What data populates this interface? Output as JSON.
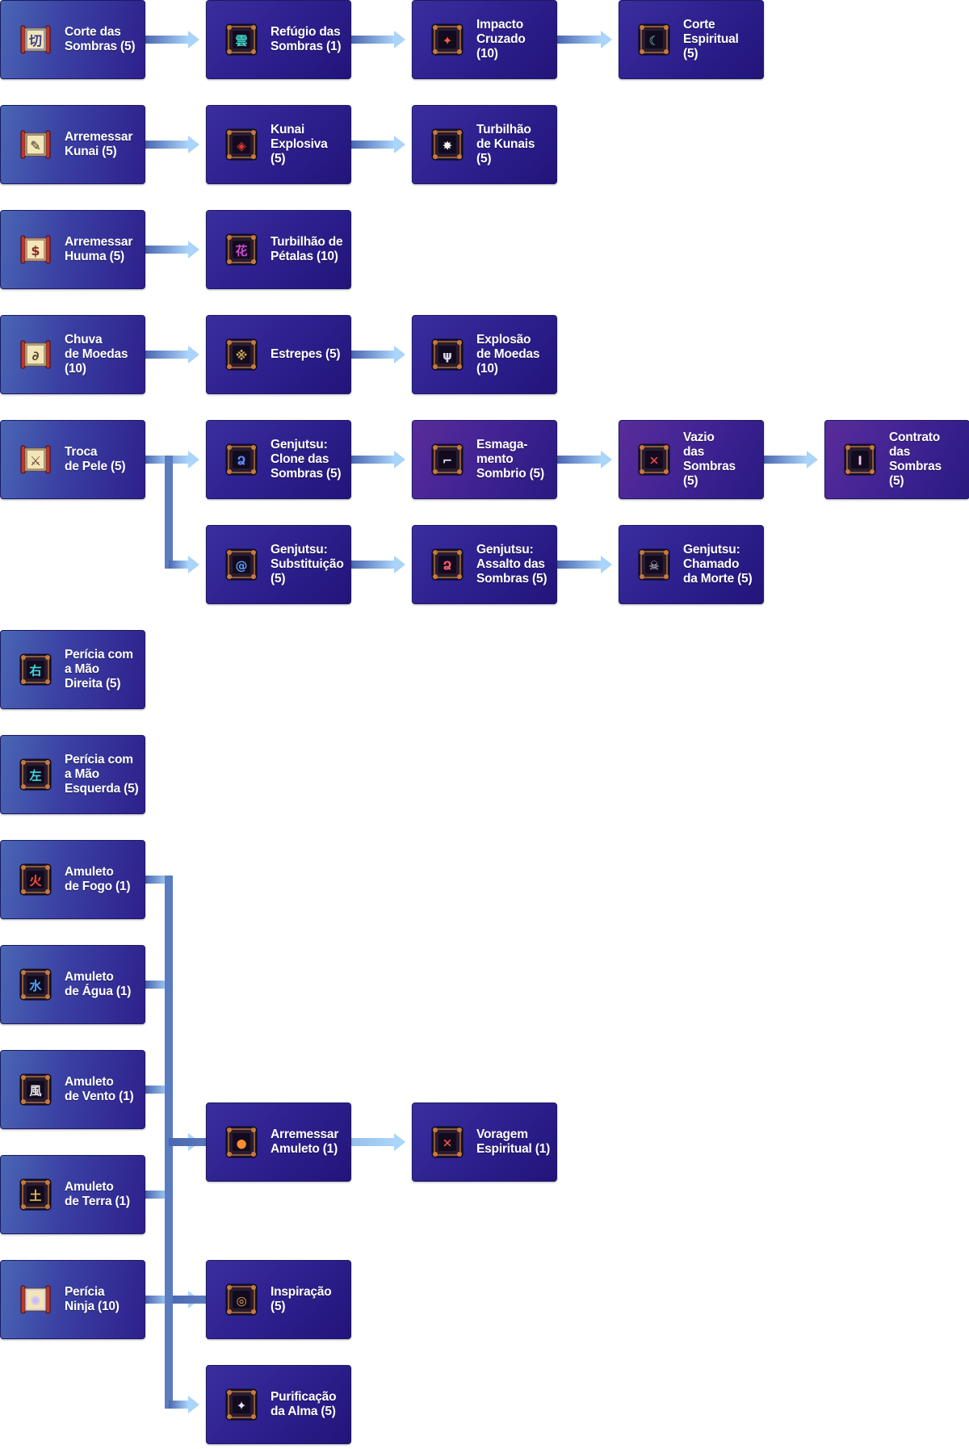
{
  "title": "",
  "colors": {
    "arrow_light": "#a9d2f8",
    "arrow_dark": "#4566b0"
  },
  "nodes": [
    {
      "id": "corte-das-sombras",
      "label": "Corte das\nSombras (5)",
      "icon": "shadow-cut-scroll-icon",
      "col": 0,
      "row": 0,
      "variant": 0,
      "accent": "#3a3b8e",
      "glyph": "切"
    },
    {
      "id": "refugio-das-sombras",
      "label": "Refúgio das\nSombras (1)",
      "icon": "shadow-refuge-icon",
      "col": 1,
      "row": 0,
      "variant": 1,
      "accent": "#3fd8c8",
      "glyph": "雲"
    },
    {
      "id": "impacto-cruzado",
      "label": "Impacto\nCruzado\n(10)",
      "icon": "cross-impact-icon",
      "col": 2,
      "row": 0,
      "variant": 1,
      "accent": "#ff5a3c",
      "glyph": "✦"
    },
    {
      "id": "corte-espiritual",
      "label": "Corte\nEspiritual\n(5)",
      "icon": "spirit-cut-icon",
      "col": 3,
      "row": 0,
      "variant": 1,
      "accent": "#6fe0d8",
      "glyph": "☾"
    },
    {
      "id": "arremessar-kunai",
      "label": "Arremessar\nKunai (5)",
      "icon": "throw-kunai-scroll-icon",
      "col": 0,
      "row": 1,
      "variant": 0,
      "accent": "#3a2a20",
      "glyph": "✎"
    },
    {
      "id": "kunai-explosiva",
      "label": "Kunai\nExplosiva (5)",
      "icon": "explosive-kunai-icon",
      "col": 1,
      "row": 1,
      "variant": 1,
      "accent": "#e03a30",
      "glyph": "◈"
    },
    {
      "id": "turbilhao-de-kunais",
      "label": "Turbilhão\nde Kunais (5)",
      "icon": "kunai-whirlwind-icon",
      "col": 2,
      "row": 1,
      "variant": 1,
      "accent": "#f0f0f0",
      "glyph": "✸"
    },
    {
      "id": "arremessar-huuma",
      "label": "Arremessar\nHuuma (5)",
      "icon": "throw-huuma-scroll-icon",
      "col": 0,
      "row": 2,
      "variant": 0,
      "accent": "#8a2a2a",
      "glyph": "$"
    },
    {
      "id": "turbilhao-de-petalas",
      "label": "Turbilhão de\nPétalas (10)",
      "icon": "petal-whirlwind-icon",
      "col": 1,
      "row": 2,
      "variant": 1,
      "accent": "#d24ad8",
      "glyph": "花"
    },
    {
      "id": "chuva-de-moedas",
      "label": "Chuva\nde Moedas\n(10)",
      "icon": "coin-rain-scroll-icon",
      "col": 0,
      "row": 3,
      "variant": 0,
      "accent": "#5a4a30",
      "glyph": "∂"
    },
    {
      "id": "estrepes",
      "label": "Estrepes (5)",
      "icon": "caltrops-icon",
      "col": 1,
      "row": 3,
      "variant": 1,
      "accent": "#c8a850",
      "glyph": "※"
    },
    {
      "id": "explosao-de-moedas",
      "label": "Explosão\nde Moedas\n(10)",
      "icon": "coin-explosion-icon",
      "col": 2,
      "row": 3,
      "variant": 1,
      "accent": "#d8d8e8",
      "glyph": "ψ"
    },
    {
      "id": "troca-de-pele",
      "label": "Troca\nde Pele (5)",
      "icon": "skin-change-scroll-icon",
      "col": 0,
      "row": 4,
      "variant": 0,
      "accent": "#5a3a2a",
      "glyph": "⚔"
    },
    {
      "id": "genjutsu-clone-das-sombras",
      "label": "Genjutsu:\nClone das\nSombras (5)",
      "icon": "shadow-clone-icon",
      "col": 1,
      "row": 4,
      "variant": 1,
      "accent": "#5a8cff",
      "glyph": "Ձ"
    },
    {
      "id": "esmagamento-sombrio",
      "label": "Esmaga-\nmento\nSombrio (5)",
      "icon": "dark-crush-icon",
      "col": 2,
      "row": 4,
      "variant": 2,
      "accent": "#e0e0f0",
      "glyph": "⌐"
    },
    {
      "id": "vazio-das-sombras",
      "label": "Vazio\ndas Sombras\n(5)",
      "icon": "shadow-void-icon",
      "col": 3,
      "row": 4,
      "variant": 2,
      "accent": "#ff4a4a",
      "glyph": "✕"
    },
    {
      "id": "contrato-das-sombras",
      "label": "Contrato\ndas Sombras\n(5)",
      "icon": "shadow-contract-icon",
      "col": 4,
      "row": 4,
      "variant": 2,
      "accent": "#e8c8f0",
      "glyph": "Ⅰ"
    },
    {
      "id": "genjutsu-substituicao",
      "label": "Genjutsu:\nSubstituição\n(5)",
      "icon": "substitution-icon",
      "col": 1,
      "row": 5,
      "variant": 1,
      "accent": "#5aa0ff",
      "glyph": "@"
    },
    {
      "id": "genjutsu-assalto-das-sombras",
      "label": "Genjutsu:\nAssalto das\nSombras (5)",
      "icon": "shadow-assault-icon",
      "col": 2,
      "row": 5,
      "variant": 1,
      "accent": "#ff5a6a",
      "glyph": "Ձ"
    },
    {
      "id": "genjutsu-chamado-da-morte",
      "label": "Genjutsu:\nChamado\nda Morte (5)",
      "icon": "death-call-icon",
      "col": 3,
      "row": 5,
      "variant": 1,
      "accent": "#e0e0f0",
      "glyph": "☠"
    },
    {
      "id": "pericia-mao-direita",
      "label": "Perícia com\na Mão\nDireita (5)",
      "icon": "right-hand-icon",
      "col": 0,
      "row": 6,
      "variant": 0,
      "accent": "#40d8e0",
      "glyph": "右"
    },
    {
      "id": "pericia-mao-esquerda",
      "label": "Perícia com\na Mão\nEsquerda (5)",
      "icon": "left-hand-icon",
      "col": 0,
      "row": 7,
      "variant": 0,
      "accent": "#40d8e0",
      "glyph": "左"
    },
    {
      "id": "amuleto-de-fogo",
      "label": "Amuleto\nde Fogo  (1)",
      "icon": "fire-charm-icon",
      "col": 0,
      "row": 8,
      "variant": 0,
      "accent": "#ff5030",
      "glyph": "火"
    },
    {
      "id": "amuleto-de-agua",
      "label": "Amuleto\nde Água (1)",
      "icon": "water-charm-icon",
      "col": 0,
      "row": 9,
      "variant": 0,
      "accent": "#4aa8ff",
      "glyph": "水"
    },
    {
      "id": "amuleto-de-vento",
      "label": "Amuleto\nde Vento (1)",
      "icon": "wind-charm-icon",
      "col": 0,
      "row": 10,
      "variant": 0,
      "accent": "#e8e8e8",
      "glyph": "風"
    },
    {
      "id": "amuleto-de-terra",
      "label": "Amuleto\nde Terra  (1)",
      "icon": "earth-charm-icon",
      "col": 0,
      "row": 11,
      "variant": 0,
      "accent": "#e8c040",
      "glyph": "土"
    },
    {
      "id": "arremessar-amuleto",
      "label": "Arremessar\nAmuleto (1)",
      "icon": "throw-charm-icon",
      "col": 1,
      "row": 10.5,
      "variant": 1,
      "accent": "#ff8a30",
      "glyph": "●"
    },
    {
      "id": "voragem-espiritual",
      "label": "Voragem\nEspiritual (1)",
      "icon": "spirit-vortex-icon",
      "col": 2,
      "row": 10.5,
      "variant": 1,
      "accent": "#ff5a3a",
      "glyph": "✕"
    },
    {
      "id": "pericia-ninja",
      "label": "Perícia\nNinja (10)",
      "icon": "ninja-mastery-scroll-icon",
      "col": 0,
      "row": 12,
      "variant": 0,
      "accent": "#c8b8ff",
      "glyph": "✺"
    },
    {
      "id": "inspiracao",
      "label": "Inspiração\n(5)",
      "icon": "inspiration-icon",
      "col": 1,
      "row": 12,
      "variant": 1,
      "accent": "#f0a860",
      "glyph": "◎"
    },
    {
      "id": "purificacao-da-alma",
      "label": "Purificação\nda Alma (5)",
      "icon": "soul-purification-icon",
      "col": 1,
      "row": 13,
      "variant": 1,
      "accent": "#e8e8ff",
      "glyph": "✦"
    }
  ],
  "edges": [
    {
      "from": "corte-das-sombras",
      "to": "refugio-das-sombras"
    },
    {
      "from": "refugio-das-sombras",
      "to": "impacto-cruzado"
    },
    {
      "from": "impacto-cruzado",
      "to": "corte-espiritual"
    },
    {
      "from": "arremessar-kunai",
      "to": "kunai-explosiva"
    },
    {
      "from": "kunai-explosiva",
      "to": "turbilhao-de-kunais"
    },
    {
      "from": "arremessar-huuma",
      "to": "turbilhao-de-petalas"
    },
    {
      "from": "chuva-de-moedas",
      "to": "estrepes"
    },
    {
      "from": "estrepes",
      "to": "explosao-de-moedas"
    },
    {
      "from": "troca-de-pele",
      "to": "genjutsu-clone-das-sombras"
    },
    {
      "from": "troca-de-pele",
      "to": "genjutsu-substituicao"
    },
    {
      "from": "genjutsu-clone-das-sombras",
      "to": "esmagamento-sombrio"
    },
    {
      "from": "esmagamento-sombrio",
      "to": "vazio-das-sombras"
    },
    {
      "from": "vazio-das-sombras",
      "to": "contrato-das-sombras"
    },
    {
      "from": "genjutsu-substituicao",
      "to": "genjutsu-assalto-das-sombras"
    },
    {
      "from": "genjutsu-assalto-das-sombras",
      "to": "genjutsu-chamado-da-morte"
    },
    {
      "from": "amuleto-de-fogo",
      "to": "arremessar-amuleto"
    },
    {
      "from": "amuleto-de-agua",
      "to": "arremessar-amuleto"
    },
    {
      "from": "amuleto-de-vento",
      "to": "arremessar-amuleto"
    },
    {
      "from": "amuleto-de-terra",
      "to": "arremessar-amuleto"
    },
    {
      "from": "arremessar-amuleto",
      "to": "voragem-espiritual"
    },
    {
      "from": "pericia-ninja",
      "to": "inspiracao"
    },
    {
      "from": "pericia-ninja",
      "to": "purificacao-da-alma"
    },
    {
      "from": "inspiracao",
      "to": "voragem-espiritual"
    }
  ]
}
